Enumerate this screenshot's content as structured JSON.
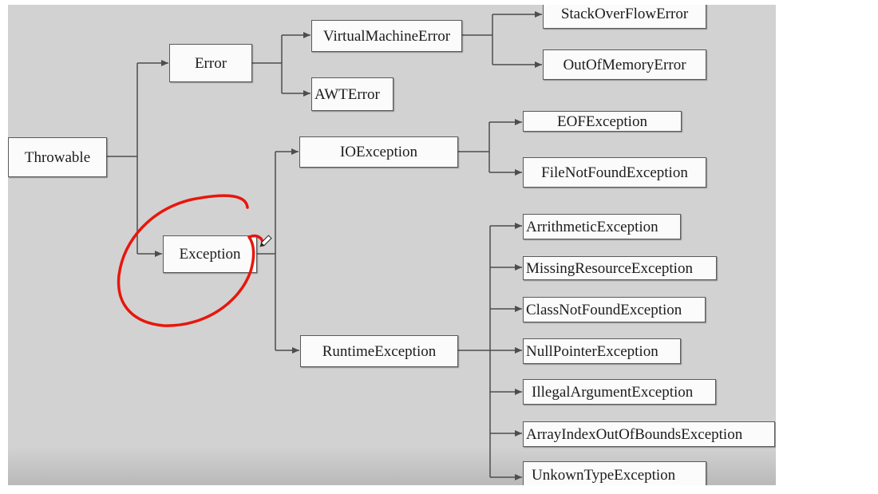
{
  "diagram": {
    "root": "Throwable",
    "error": "Error",
    "exception": "Exception",
    "virtual_machine_error": "VirtualMachineError",
    "awt_error": "AWTError",
    "stack_overflow_error": "StackOverFlowError",
    "out_of_memory_error": "OutOfMemoryError",
    "io_exception": "IOException",
    "eof_exception": "EOFException",
    "file_not_found_exception": "FileNotFoundException",
    "runtime_exception": "RuntimeException",
    "runtime_children": [
      "ArrithmeticException",
      "MissingResourceException",
      "ClassNotFoundException",
      "NullPointerException",
      "IllegalArgumentException",
      "ArrayIndexOutOfBoundsException",
      "UnkownTypeException"
    ]
  },
  "colors": {
    "background": "#d2d2d2",
    "box_fill": "#fbfbfb",
    "line": "#4d4d4d",
    "annotation": "#e8160c"
  },
  "annotation": {
    "shape": "hand-drawn circle",
    "target": "Exception"
  }
}
